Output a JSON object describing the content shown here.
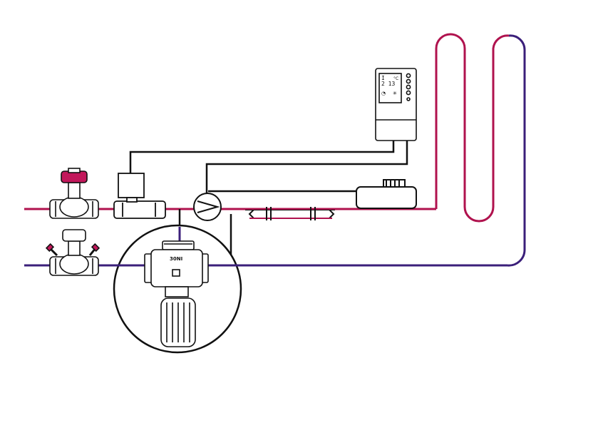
{
  "colors": {
    "supply": "#b0124e",
    "return": "#3b1f7a",
    "wire": "#111111",
    "outline": "#111111",
    "handwheel": "#c2185b",
    "body_fill": "#ffffff"
  },
  "controller": {
    "display_line1": "I",
    "display_line2": "2 13",
    "display_unit": "°C",
    "display_icons": [
      "temperature-icon",
      "sun-icon"
    ],
    "button_count": 5
  },
  "mixing_valve": {
    "label": "30NI",
    "port_mark": "□"
  },
  "components": [
    "supply-balancing-valve",
    "return-balancing-valve",
    "solenoid-actuator",
    "circulation-pump",
    "mixing-valve-detail",
    "room-controller",
    "expansion-tank",
    "heat-exchanger",
    "supply-loop",
    "return-loop"
  ]
}
